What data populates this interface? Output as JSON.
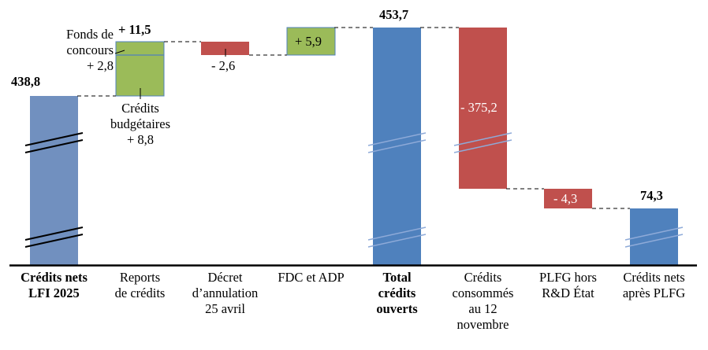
{
  "chart_data": {
    "type": "waterfall",
    "title": "",
    "unit": "",
    "categories": [
      "Crédits nets LFI 2025",
      "Reports de crédits",
      "Décret d’annulation 25 avril",
      "FDC et ADP",
      "Total crédits ouverts",
      "Crédits consommés au 12 novembre",
      "PLFG hors R&D État",
      "Crédits nets après PLFG"
    ],
    "category_lines": [
      [
        "Crédits nets",
        "LFI 2025"
      ],
      [
        "Reports",
        "de crédits"
      ],
      [
        "Décret",
        "d’annulation",
        "25 avril"
      ],
      [
        "FDC et ADP"
      ],
      [
        "Total",
        "crédits",
        "ouverts"
      ],
      [
        "Crédits",
        "consommés",
        "au 12",
        "novembre"
      ],
      [
        "PLFG hors",
        "R&D État"
      ],
      [
        "Crédits nets",
        "après PLFG"
      ]
    ],
    "bold_categories": [
      0,
      4
    ],
    "values": [
      438.8,
      11.5,
      -2.6,
      5.9,
      453.7,
      -375.2,
      -4.3,
      74.3
    ],
    "kinds": [
      "total",
      "increase",
      "decrease",
      "increase",
      "total",
      "decrease",
      "decrease",
      "total"
    ],
    "data_labels": [
      "438,8",
      "+ 11,5",
      "- 2,6",
      "+ 5,9",
      "453,7",
      "- 375,2",
      "- 4,3",
      "74,3"
    ],
    "sub_components": {
      "category": "Reports de crédits",
      "items": [
        {
          "name_lines": [
            "Fonds de",
            "concours"
          ],
          "label": "+ 2,8",
          "value": 2.8
        },
        {
          "name_lines": [
            "Crédits",
            "budgétaires"
          ],
          "label": "+ 8,8",
          "value": 8.8
        }
      ]
    },
    "axis_break": true,
    "colors": {
      "total_first": "#7190bf",
      "total": "#4f81bd",
      "increase": "#9bbb59",
      "decrease": "#c0504d",
      "border": "#4f81bd"
    }
  }
}
